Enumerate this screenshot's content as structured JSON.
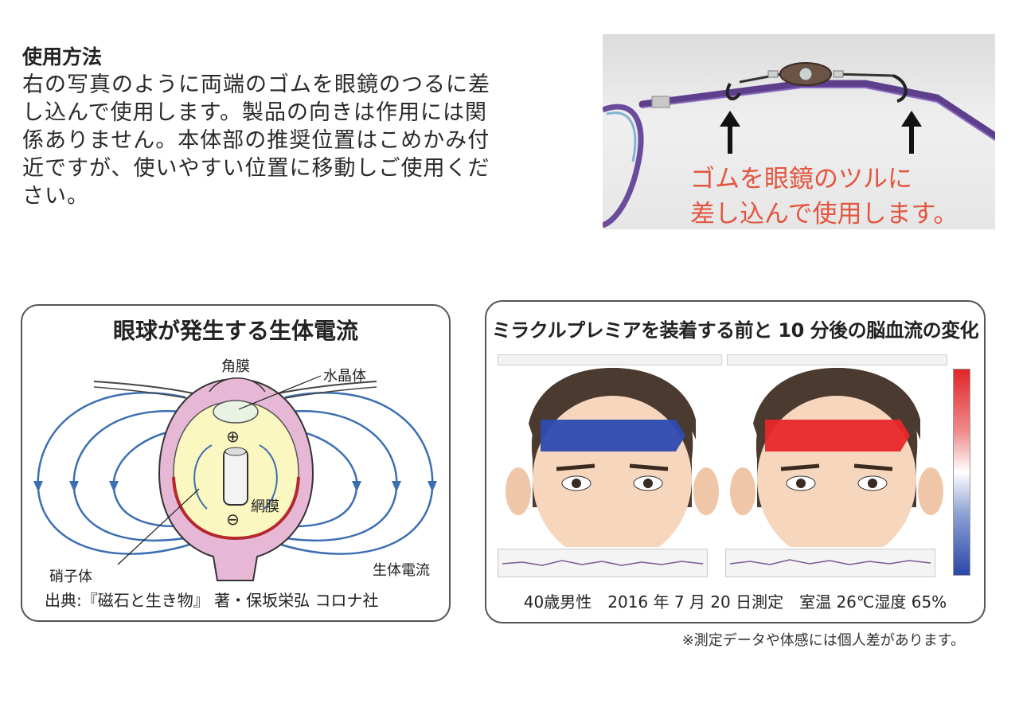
{
  "usage": {
    "title": "使用方法",
    "lines": [
      "右の写真のように両端のゴムを眼鏡のつるに差",
      "し込んで使用します。製品の向きは作用には関",
      "係ありません。本体部の推奨位置はこめかみ付",
      "近ですが、使いやすい位置に移動しご使用くだ",
      "さい。"
    ]
  },
  "photo": {
    "caption_line1": "ゴムを眼鏡のツルに",
    "caption_line2": "差し込んで使用します。"
  },
  "eye_diagram": {
    "title": "眼球が発生する生体電流",
    "label_cornea": "角膜",
    "label_lens": "水晶体",
    "label_retina": "網膜",
    "label_vitreous": "硝子体",
    "label_current": "生体電流",
    "plus_sign": "⊕",
    "minus_sign": "⊖",
    "source": "出典:『磁石と生き物』 著・保坂栄弘 コロナ社"
  },
  "blood_flow": {
    "title": "ミラクルプレミアを装着する前と 10 分後の脳血流の変化",
    "measurement": "40歳男性　2016 年 7 月 20 日測定　室温 26℃湿度 65%",
    "before_band_color": "#2d4bb0",
    "after_band_color": "#e8272b"
  },
  "note": "※測定データや体感には個人差があります。"
}
